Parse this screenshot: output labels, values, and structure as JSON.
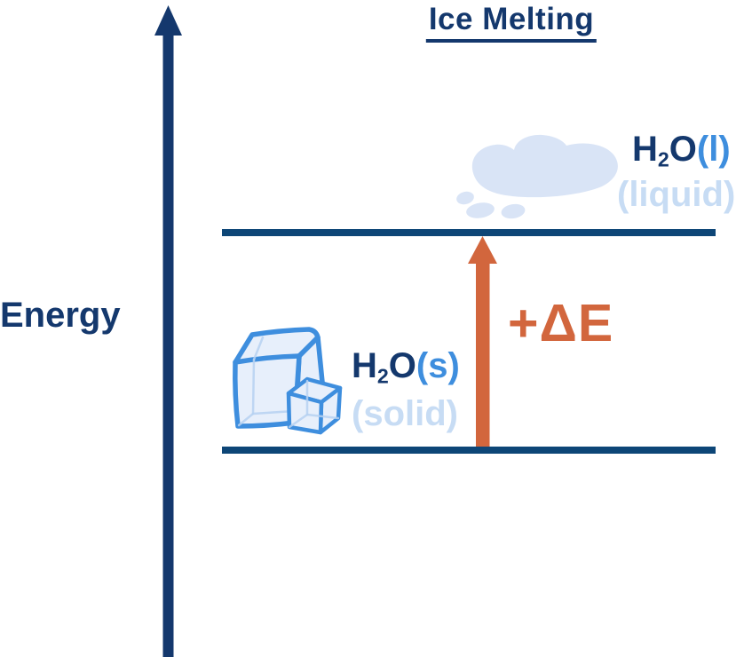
{
  "title": "Ice Melting",
  "axis": {
    "label": "Energy"
  },
  "levels": {
    "upper": {
      "formula": {
        "main": "H",
        "sub": "2",
        "tail": "O"
      },
      "state": "(l)",
      "state_name": "(liquid)"
    },
    "lower": {
      "formula": {
        "main": "H",
        "sub": "2",
        "tail": "O"
      },
      "state": "(s)",
      "state_name": "(solid)"
    }
  },
  "transition": {
    "label": "+ΔE"
  },
  "icons": {
    "ice": "ice-cubes-illustration",
    "liquid": "liquid-puddle-illustration",
    "energy_axis": "up-arrow-axis",
    "transition_arrow": "up-arrow-orange"
  },
  "colors": {
    "navy": "#14386d",
    "level-line": "#0d4677",
    "bright-blue": "#3e8ede",
    "pale-blue": "#c7dcf4",
    "blob-blue": "#d9e4f6",
    "ice-fill": "#e7effb",
    "ice-inner": "#b6d1f1",
    "orange": "#d2663d",
    "bg": "#ffffff"
  }
}
